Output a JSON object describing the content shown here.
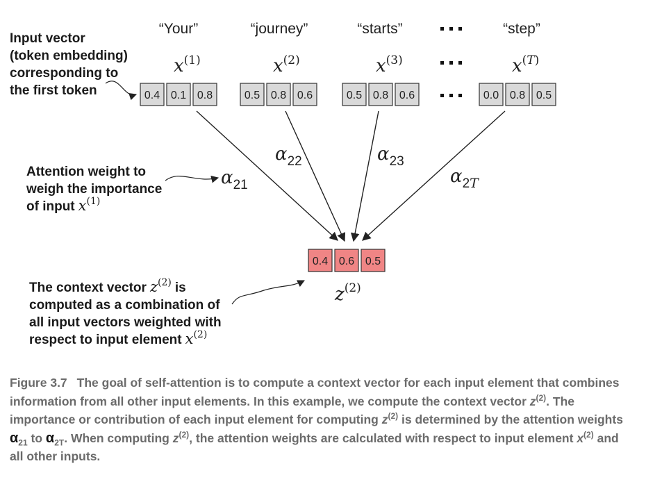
{
  "tokens": [
    "“Your”",
    "“journey”",
    "“starts”",
    "“step”"
  ],
  "input_labels": [
    {
      "base": "x",
      "sup": "(1)"
    },
    {
      "base": "x",
      "sup": "(2)"
    },
    {
      "base": "x",
      "sup": "(3)"
    },
    {
      "base": "x",
      "sup": "(T)"
    }
  ],
  "input_vectors": [
    [
      "0.4",
      "0.1",
      "0.8"
    ],
    [
      "0.5",
      "0.8",
      "0.6"
    ],
    [
      "0.5",
      "0.8",
      "0.6"
    ],
    [
      "0.0",
      "0.8",
      "0.5"
    ]
  ],
  "attention_weights": [
    {
      "base": "α",
      "sub": "21"
    },
    {
      "base": "α",
      "sub": "22"
    },
    {
      "base": "α",
      "sub": "23"
    },
    {
      "base": "α",
      "sub": "2T"
    }
  ],
  "context_vector": [
    "0.4",
    "0.6",
    "0.5"
  ],
  "context_label": {
    "base": "z",
    "sup": "(2)"
  },
  "annotations": {
    "input_vector": [
      "Input vector",
      "(token embedding)",
      "corresponding to",
      "the first token"
    ],
    "attention_weight": [
      "Attention weight to",
      "weigh the importance",
      "of input"
    ],
    "attention_weight_math": {
      "base": "x",
      "sup": "(1)"
    },
    "context_vector": {
      "line1": "The context vector",
      "line1_math": {
        "base": "z",
        "sup": "(2)"
      },
      "line1_end": "is",
      "line2": "computed as a combination of",
      "line3": "all input vectors weighted with",
      "line4": "respect to input element",
      "line4_math": {
        "base": "x",
        "sup": "(2)"
      }
    }
  },
  "caption": {
    "label": "Figure 3.7",
    "t1": "The goal of self-attention is to compute a context vector for each input element that combines information from all other input elements. In this example, we compute the context vector ",
    "z": "z",
    "zsup": "(2)",
    "t2": ". The importance or contribution of each input element for computing ",
    "t3": " is determined by the attention weights ",
    "a_from": "α",
    "a_from_sub": "21",
    "t4": " to ",
    "a_to": "α",
    "a_to_sub": "2T",
    "t5": ". When computing ",
    "t6": ", the attention weights are calculated with respect to input element ",
    "x": "x",
    "xsup": "(2)",
    "t7": " and all other inputs."
  },
  "colors": {
    "input_cell": "#d9d9d9",
    "context_cell": "#f08585",
    "caption_text": "#6b6b6b"
  },
  "icons": [
    "ellipsis-dots"
  ]
}
